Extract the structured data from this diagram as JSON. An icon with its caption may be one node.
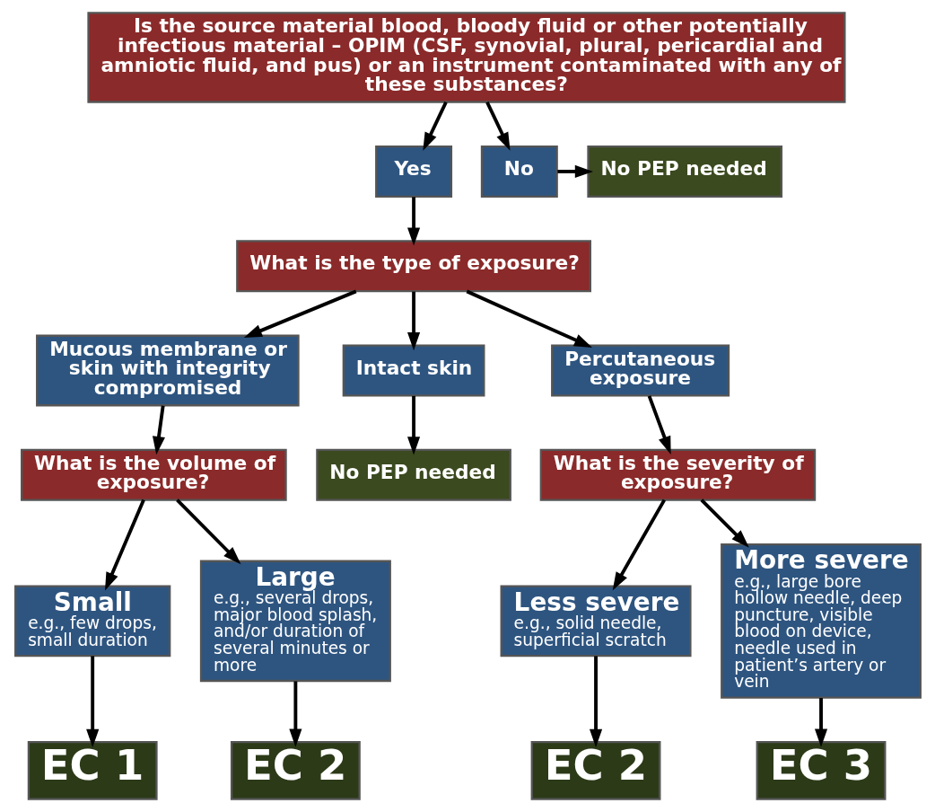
{
  "diagram": {
    "nodes": [
      {
        "text": [
          "Is the source material blood, bloody fluid or other potentially infectious material – OPIM (CSF, synovial, plural, pericardial and amniotic fluid, and pus) or an instrument contaminated with any of these substances?"
        ]
      },
      {
        "text": [
          "Yes"
        ]
      },
      {
        "text": [
          "No"
        ]
      },
      {
        "text": [
          "No PEP needed"
        ]
      },
      {
        "text": [
          "What is the type of exposure?"
        ]
      },
      {
        "text": [
          "Mucous membrane or skin with integrity compromised"
        ]
      },
      {
        "text": [
          "Intact skin"
        ]
      },
      {
        "text": [
          "Percutaneous exposure"
        ]
      },
      {
        "text": [
          "No PEP needed"
        ]
      },
      {
        "text": [
          "What is the volume of exposure?"
        ]
      },
      {
        "text": [
          "What is the severity of exposure?"
        ]
      },
      {
        "text": [
          "Small",
          "e.g., few drops, small duration"
        ]
      },
      {
        "text": [
          "Large",
          "e.g., several drops, major blood splash, and/or duration of several minutes or more"
        ]
      },
      {
        "text": [
          "Less severe",
          "e.g., solid needle, superficial scratch"
        ]
      },
      {
        "text": [
          "More severe",
          "e.g., large bore hollow needle, deep puncture, visible blood on device, needle used in patient’s artery or vein"
        ]
      },
      {
        "text": [
          "EC 1"
        ]
      },
      {
        "text": [
          "EC 2"
        ]
      },
      {
        "text": [
          "EC 2"
        ]
      },
      {
        "text": [
          "EC 3"
        ]
      }
    ],
    "edges": [
      {
        "from": 0,
        "to": 1,
        "arrow": "to"
      },
      {
        "from": 0,
        "to": 2,
        "arrow": "to"
      },
      {
        "from": 2,
        "to": 3,
        "arrow": "to"
      },
      {
        "from": 1,
        "to": 4,
        "arrow": "to"
      },
      {
        "from": 4,
        "to": 5,
        "arrow": "to"
      },
      {
        "from": 4,
        "to": 6,
        "arrow": "to"
      },
      {
        "from": 4,
        "to": 7,
        "arrow": "to"
      },
      {
        "from": 6,
        "to": 8,
        "arrow": "to"
      },
      {
        "from": 5,
        "to": 9,
        "arrow": "to"
      },
      {
        "from": 7,
        "to": 10,
        "arrow": "to"
      },
      {
        "from": 9,
        "to": 11,
        "arrow": "to"
      },
      {
        "from": 9,
        "to": 12,
        "arrow": "to"
      },
      {
        "from": 10,
        "to": 13,
        "arrow": "to"
      },
      {
        "from": 10,
        "to": 14,
        "arrow": "to"
      },
      {
        "from": 11,
        "to": 15,
        "arrow": "to"
      },
      {
        "from": 12,
        "to": 16,
        "arrow": "to"
      },
      {
        "from": 13,
        "to": 17,
        "arrow": "to"
      },
      {
        "from": 14,
        "to": 18,
        "arrow": "to"
      }
    ]
  }
}
